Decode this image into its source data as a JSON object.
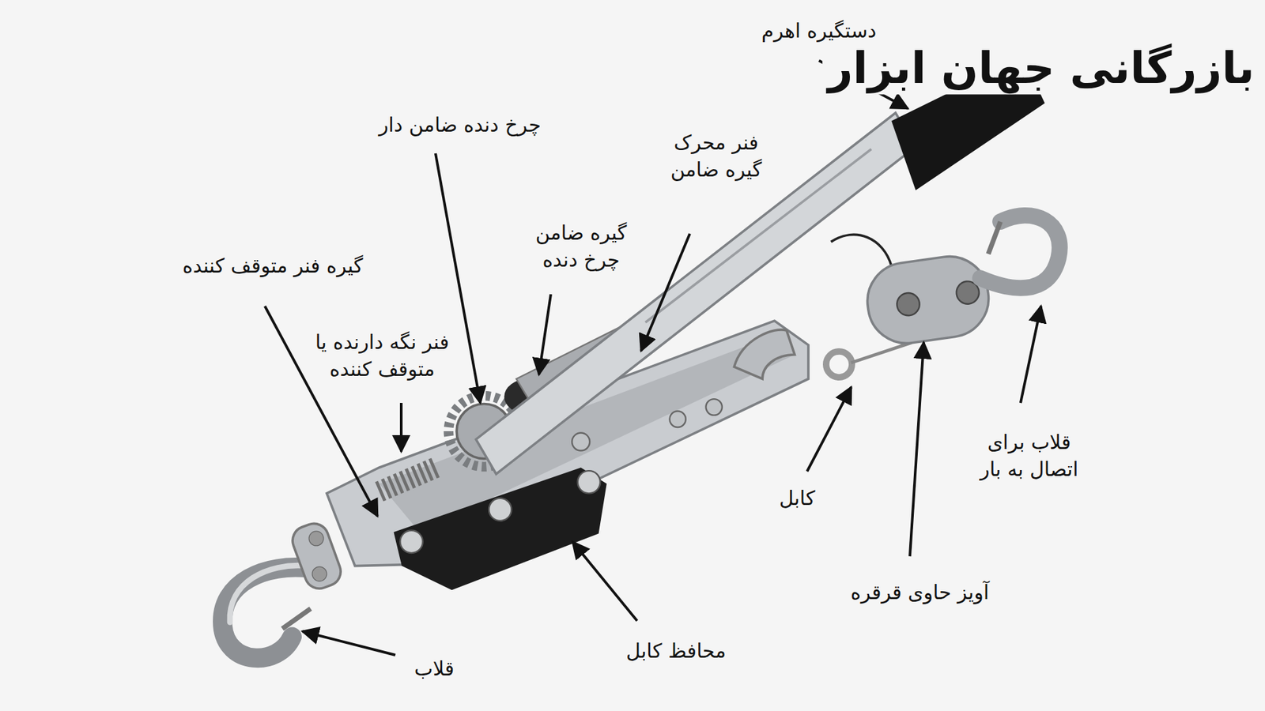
{
  "diagram": {
    "labels": [
      "دستگیره اهرم",
      "چرخ دنده ضامن دار",
      "فنر محرک گیره ضامن",
      "گیره ضامن چرخ دنده",
      "گیره فنر متوقف کننده",
      "فنر نگه دارنده یا متوقف کننده",
      "کابل",
      "قلاب برای اتصال به بار",
      "آویز حاوی قرقره",
      "محافظ کابل",
      "قلاب",
      "بازرگانی جهان ابزار"
    ]
  }
}
